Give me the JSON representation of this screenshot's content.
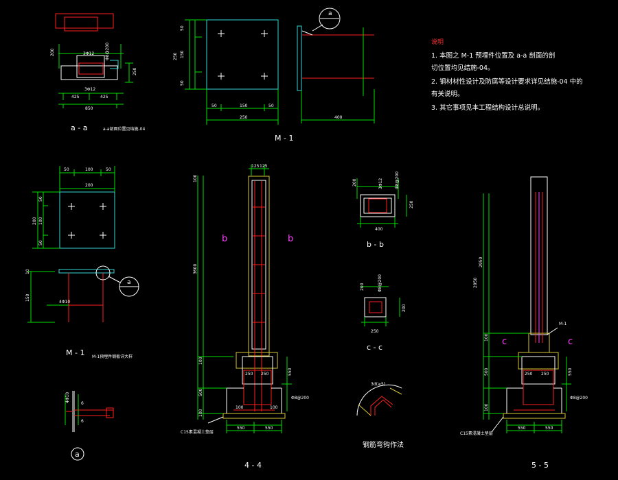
{
  "colors": {
    "background": "#000000",
    "dimension_line": "#00e000",
    "outline": "#ffffff",
    "plate": "#33d6d6",
    "rebar": "#ff2020",
    "hatch": "#d8c830",
    "section_mark": "#ff40ff"
  },
  "notes": {
    "heading": "说明",
    "lines": [
      "1. 本图之 M-1 预埋件位置及 a-a 剖面的剖",
      "切位置均见结施-04。",
      "2. 钢材材性设计及防腐等设计要求详见结施-04 中的",
      "有关说明。",
      "3. 其它事项见本工程结构设计总说明。"
    ]
  },
  "section_aa": {
    "title": "a - a",
    "ref": "a-a剖面位置见结施-04",
    "dims_top": [
      "200",
      "3Φ12",
      "Φ8@200"
    ],
    "dim_total": "850",
    "dims_bottom": [
      "425",
      "425"
    ],
    "dim_right": "250",
    "dim_label_mid": "3Φ12"
  },
  "m1_top": {
    "title": "M - 1",
    "dims_left": [
      "50",
      "150",
      "50",
      "250"
    ],
    "dims_bottom": [
      "50",
      "150",
      "50",
      "250"
    ],
    "dim_right": "400",
    "callout": "a"
  },
  "m1_left": {
    "title": "M - 1",
    "ref": "M-1预埋件钢板详大样",
    "dims_top": [
      "50",
      "100",
      "50"
    ],
    "dim_top_total": "200",
    "dims_left": [
      "50",
      "100",
      "50",
      "200"
    ],
    "dim_bottom_label": "4Φ10",
    "dim_side": [
      "10",
      "150"
    ],
    "callout": "a"
  },
  "detail_a": {
    "title": "a",
    "labels": [
      "4Φ10",
      "6",
      "6"
    ]
  },
  "section_44": {
    "title": "4 - 4",
    "dim_top": [
      "125",
      "125"
    ],
    "dims_left": [
      "100",
      "3600",
      "100",
      "500",
      "100"
    ],
    "section_marks": [
      "b",
      "b"
    ],
    "dims_bottom": [
      "550",
      "550"
    ],
    "dims_col": [
      "250",
      "250",
      "550"
    ],
    "labels": [
      "100",
      "100",
      "Φ8@200",
      "C15素混凝土垫层"
    ]
  },
  "section_bb": {
    "title": "b - b",
    "dims_top": [
      "200",
      "3Φ12",
      "Φ8@200"
    ],
    "dim_bottom": "400",
    "dim_right": "250"
  },
  "section_cc": {
    "title": "c - c",
    "dims_top": [
      "200",
      "Φ8@200"
    ],
    "dim_bottom": "250",
    "dim_right": "200"
  },
  "hook_detail": {
    "title": "钢筋弯钩作法",
    "label": "3d(≥5)"
  },
  "section_55": {
    "title": "5 - 5",
    "dims_left": [
      "2950",
      "2950",
      "100",
      "500",
      "100"
    ],
    "section_marks": [
      "c",
      "c"
    ],
    "label_m1": "M-1",
    "dims_bottom": [
      "550",
      "550"
    ],
    "dims_col": [
      "250",
      "250",
      "550"
    ],
    "labels": [
      "Φ8@200",
      "C15素混凝土垫层"
    ]
  }
}
